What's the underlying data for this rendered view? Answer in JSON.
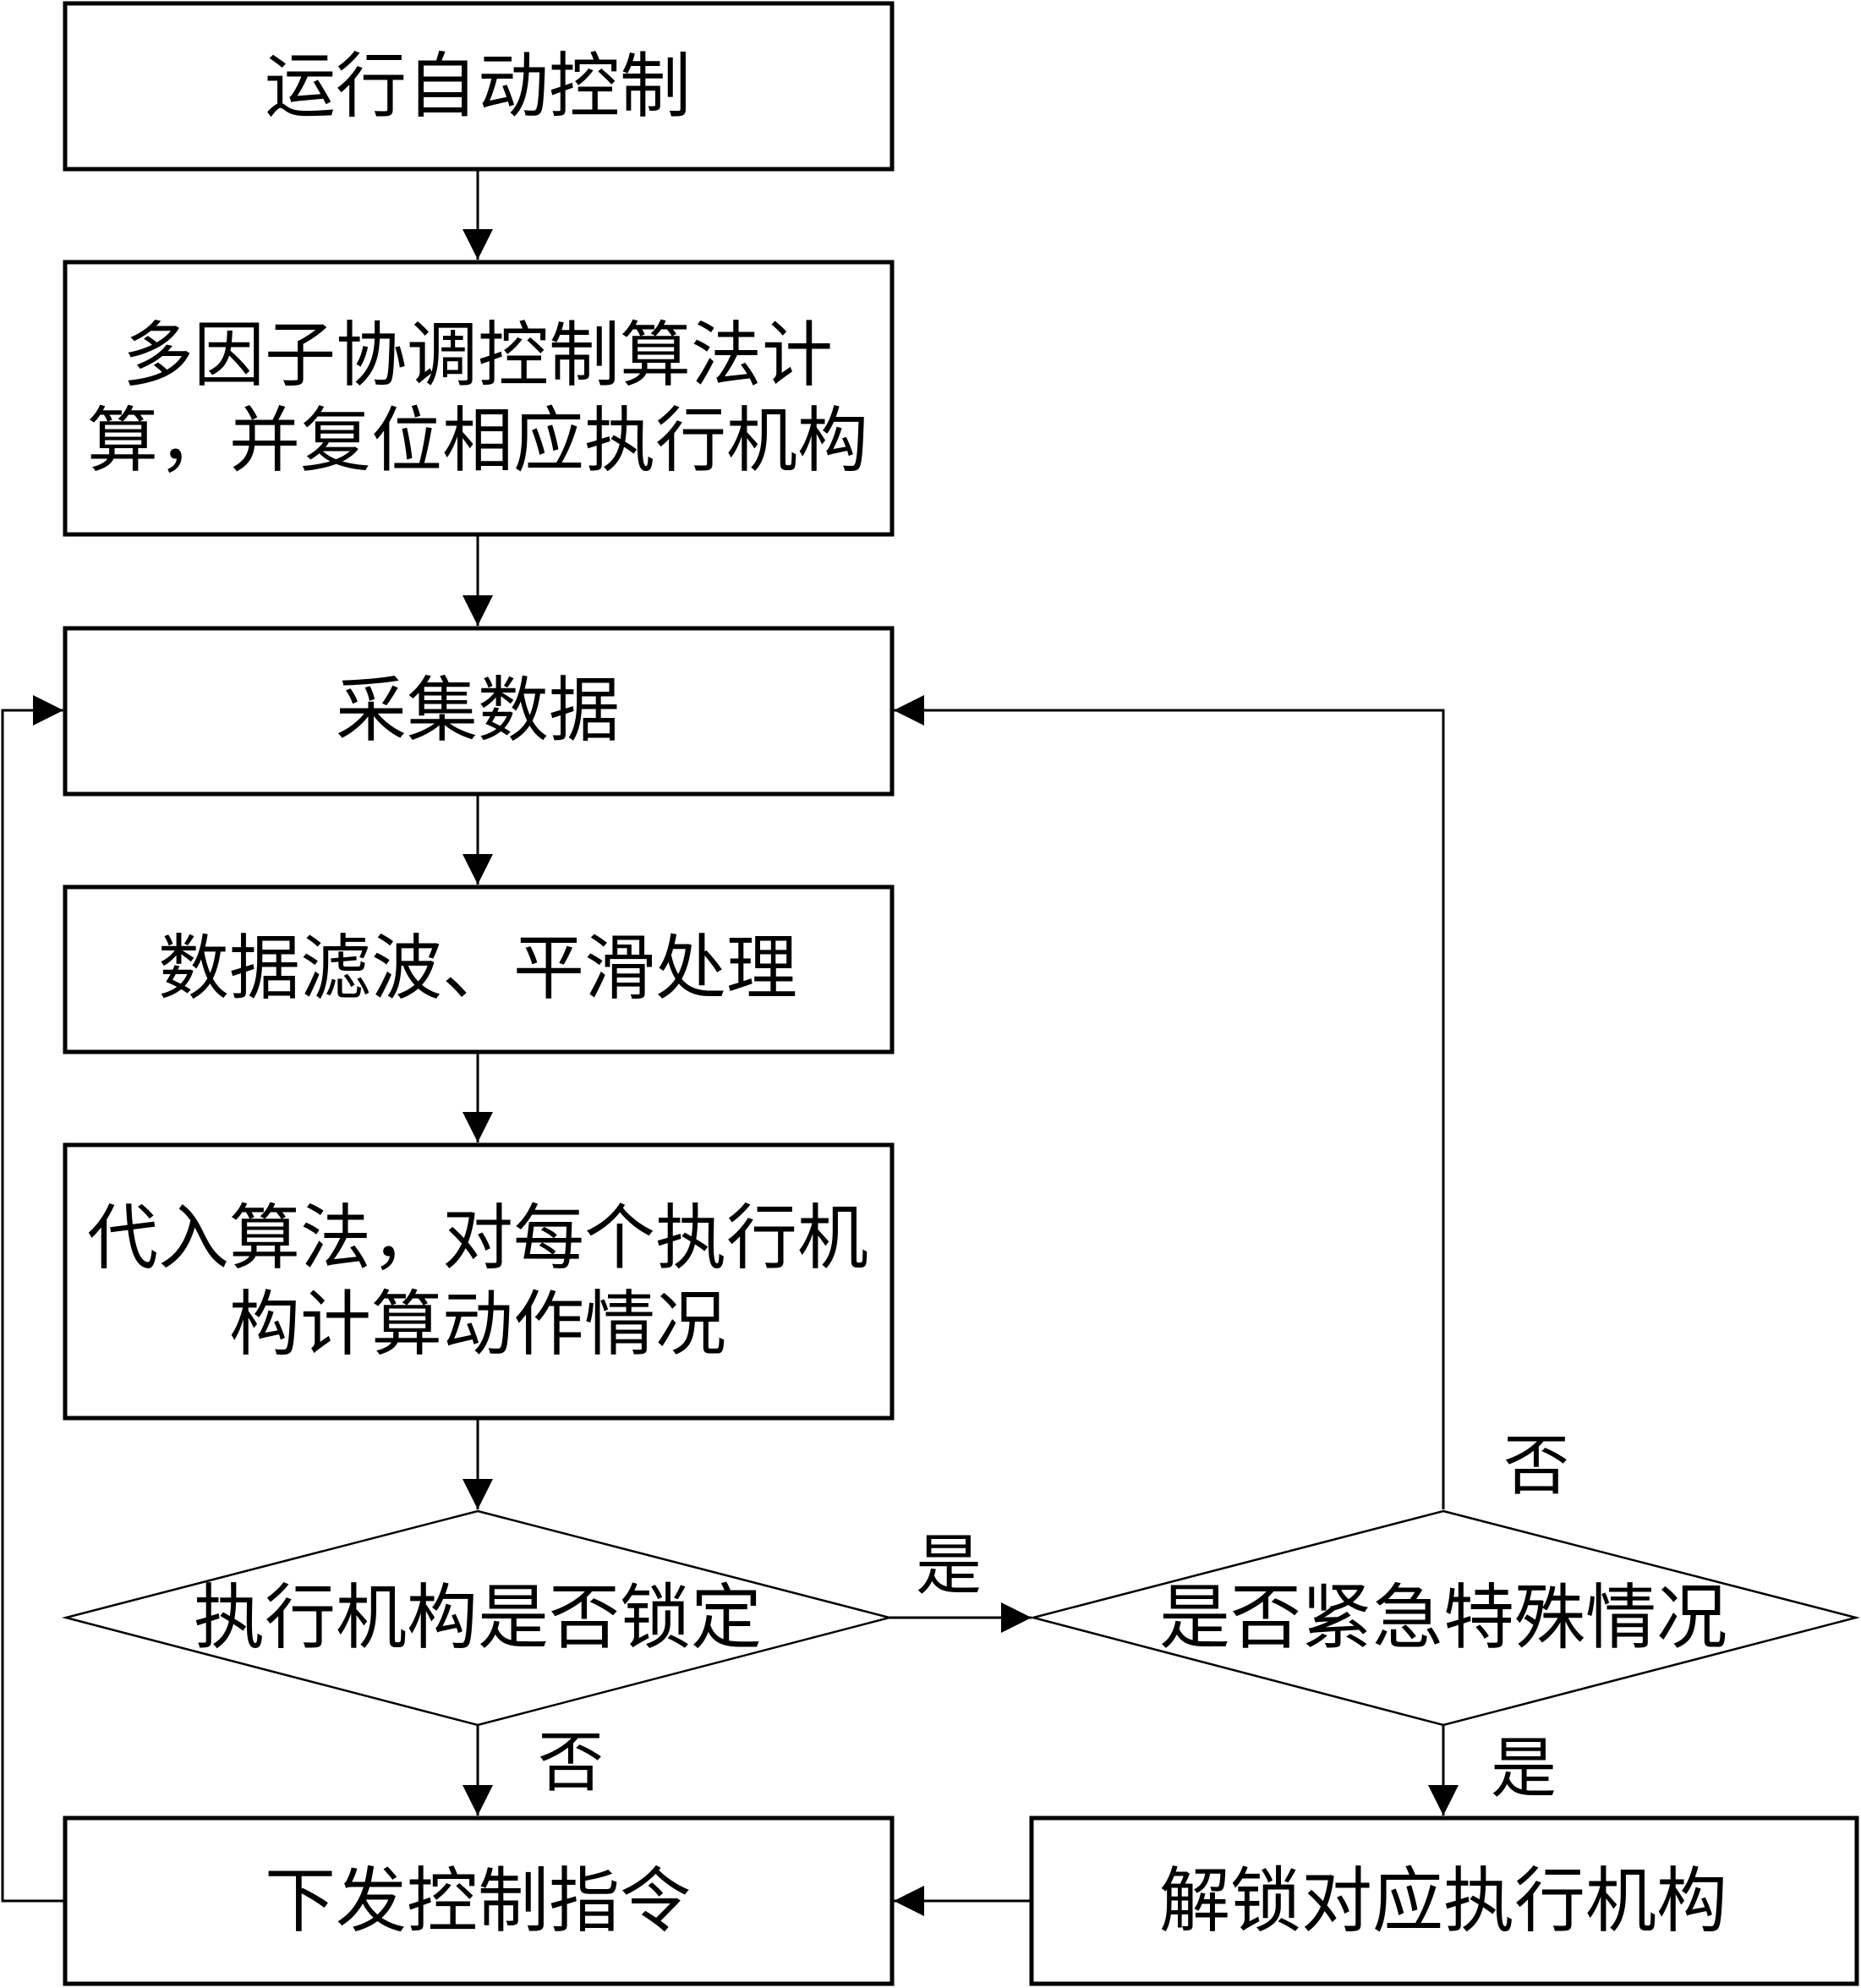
{
  "nodes": {
    "start": {
      "lines": [
        "运行自动控制"
      ]
    },
    "compute": {
      "lines": [
        "多因子协调控制算法计",
        "算，并复位相应执行机构"
      ]
    },
    "collect": {
      "lines": [
        "采集数据"
      ]
    },
    "filter": {
      "lines": [
        "数据滤波、平滑处理"
      ]
    },
    "calc": {
      "lines": [
        "代入算法，对每个执行机",
        "构计算动作情况"
      ]
    },
    "locked": {
      "lines": [
        "执行机构是否锁定"
      ]
    },
    "emergency": {
      "lines": [
        "是否紧急特殊情况"
      ]
    },
    "send": {
      "lines": [
        "下发控制指令"
      ]
    },
    "unlock": {
      "lines": [
        "解锁对应执行机构"
      ]
    }
  },
  "edges": {
    "locked_yes": "是",
    "locked_no": "否",
    "emergency_yes": "是",
    "emergency_no": "否"
  },
  "colors": {
    "stroke": "#000000",
    "fill": "#ffffff"
  }
}
